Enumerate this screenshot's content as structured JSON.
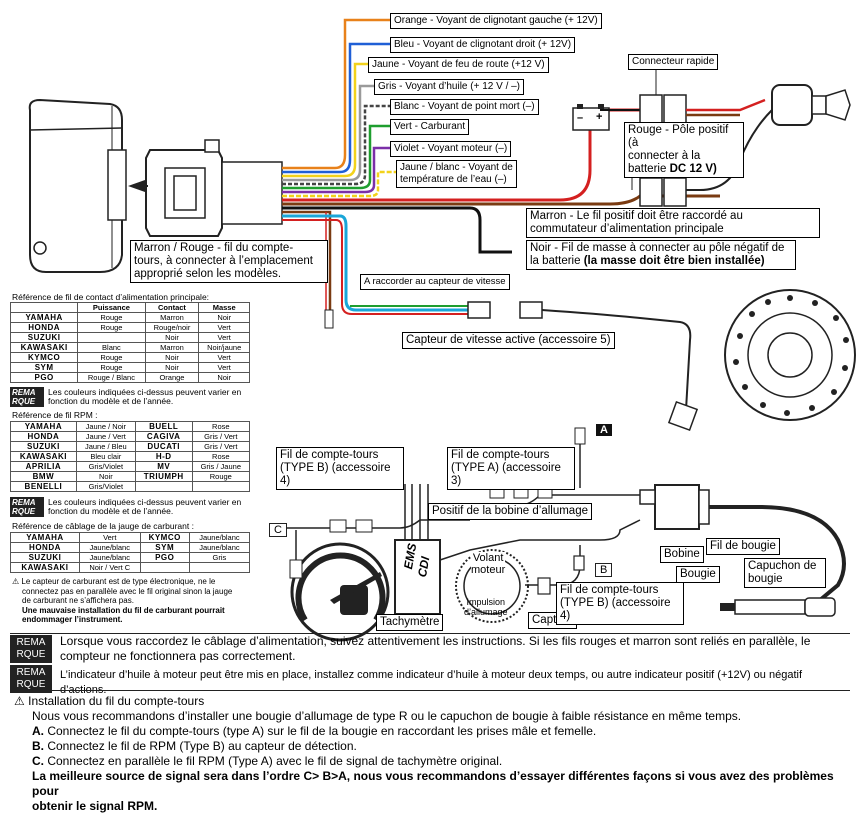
{
  "wire_labels": {
    "orange": "Orange - Voyant de clignotant gauche (+ 12V)",
    "blue": "Bleu - Voyant de clignotant droit (+ 12V)",
    "yellow": "Jaune - Voyant de feu de route (+12 V)",
    "grey": "Gris - Voyant d’huile (+ 12 V / –)",
    "white_black": "Blanc - Voyant de point mort (–)",
    "green": "Vert - Carburant",
    "violet": "Violet - Voyant moteur (–)",
    "yellow_white_line1": "Jaune / blanc - Voyant de",
    "yellow_white_line2": "température de l’eau (–)"
  },
  "labels": {
    "quick_connector": "Connecteur rapide",
    "red_line1": "Rouge - Pôle positif (à",
    "red_line2": "connecter à la",
    "red_line3": "batterie ",
    "red_line3_bold": "DC 12 V)",
    "brown_line1": "Marron - Le fil positif doit être raccordé au",
    "brown_line2": "commutateur d’alimentation principale",
    "black_line1": "Noir - Fil de masse à connecter au pôle négatif de",
    "black_line2": "la batterie ",
    "black_line2_bold": "(la masse doit être bien installée)",
    "brown_red_line1": "Marron / Rouge - fil du compte-",
    "brown_red_line2": "tours, à connecter à l’emplacement",
    "brown_red_line3": "approprié selon les modèles.",
    "speed_sensor_connect": "A raccorder au capteur de vitesse",
    "speed_sensor_active": "Capteur de vitesse active (accessoire 5)",
    "tach_b_line1": "Fil de compte-tours",
    "tach_b_line2": "(TYPE B) (accessoire 4)",
    "tach_a_line1": "Fil de compte-tours",
    "tach_a_line2": "(TYPE A) (accessoire 3)",
    "ignition_coil_positive": "Positif de la bobine d’allumage",
    "coil": "Bobine",
    "spark_wire": "Fil de bougie",
    "spark_cap_line1": "Capuchon de",
    "spark_cap_line2": "bougie",
    "spark_plug": "Bougie",
    "flywheel_line1": "Volant",
    "flywheel_line2": "moteur",
    "impulse_line1": "Impulsion",
    "impulse_line2": "d’allumage",
    "sensor": "Capteur",
    "tach_b2_line1": "Fil de compte-tours",
    "tach_b2_line2": "(TYPE B) (accessoire 4)",
    "tachometer": "Tachymètre",
    "ems_line1": "EMS",
    "ems_line2": "CDI",
    "marker_a": "A",
    "marker_b": "B",
    "marker_c": "C",
    "battery_minus": "–",
    "battery_plus": "+"
  },
  "power_table": {
    "title": "Référence de fil de contact d’alimentation principale:",
    "headers": [
      "",
      "Puissance",
      "Contact",
      "Masse"
    ],
    "rows": [
      [
        "YAMAHA",
        "Rouge",
        "Marron",
        "Noir"
      ],
      [
        "HONDA",
        "Rouge",
        "Rouge/noir",
        "Vert"
      ],
      [
        "SUZUKI",
        "",
        "Noir",
        "Vert"
      ],
      [
        "KAWASAKI",
        "Blanc",
        "Marron",
        "Noir/jaune"
      ],
      [
        "KYMCO",
        "Rouge",
        "Noir",
        "Vert"
      ],
      [
        "SYM",
        "Rouge",
        "Noir",
        "Vert"
      ],
      [
        "PGO",
        "Rouge / Blanc",
        "Orange",
        "Noir"
      ]
    ],
    "remark_tag": "REMA RQUE",
    "remark": "Les couleurs indiquées ci-dessus peuvent varier en fonction du modèle et de l’année."
  },
  "rpm_table": {
    "title": "Référence de fil RPM :",
    "rows": [
      [
        "YAMAHA",
        "Jaune / Noir",
        "BUELL",
        "Rose"
      ],
      [
        "HONDA",
        "Jaune / Vert",
        "CAGIVA",
        "Gris / Vert"
      ],
      [
        "SUZUKI",
        "Jaune / Bleu",
        "DUCATI",
        "Gris / Vert"
      ],
      [
        "KAWASAKI",
        "Bleu clair",
        "H-D",
        "Rose"
      ],
      [
        "APRILIA",
        "Gris/Violet",
        "MV",
        "Gris / Jaune"
      ],
      [
        "BMW",
        "Noir",
        "TRIUMPH",
        "Rouge"
      ],
      [
        "BENELLI",
        "Gris/Violet",
        "",
        ""
      ]
    ],
    "remark_tag": "REMA RQUE",
    "remark": "Les couleurs indiquées ci-dessus peuvent varier en fonction du modèle et de l’année."
  },
  "fuel_table": {
    "title": "Référence de câblage de la jauge de carburant :",
    "rows": [
      [
        "YAMAHA",
        "Vert",
        "KYMCO",
        "Jaune/blanc"
      ],
      [
        "HONDA",
        "Jaune/blanc",
        "SYM",
        "Jaune/blanc"
      ],
      [
        "SUZUKI",
        "Jaune/blanc",
        "PGO",
        "Gris"
      ],
      [
        "KAWASAKI",
        "Noir / Vert C",
        "",
        ""
      ]
    ]
  },
  "fuel_warning": {
    "line1": "Le capteur de carburant est de type électronique, ne le",
    "line2": "connectez pas en parallèle avec le fil original sinon la jauge",
    "line3": "de carburant ne s’affichera pas.",
    "line4": "Une mauvaise installation du fil de carburant pourrait",
    "line5": "endommager l’instrument."
  },
  "remarks": {
    "tag": "REMA RQUE",
    "r1_line1": "Lorsque vous raccordez le câblage d’alimentation, suivez attentivement les instructions. Si les fils rouges et marron sont reliés en parallèle, le",
    "r1_line2": "compteur ne fonctionnera pas correctement.",
    "r2": "L’indicateur d’huile à moteur peut être mis en place, installez comme indicateur d’huile à moteur deux temps, ou autre indicateur positif (+12V) ou négatif d’actions."
  },
  "install": {
    "title": "Installation du fil du compte-tours",
    "intro": "Nous vous recommandons d’installer une bougie d’allumage de type R ou le capuchon de bougie à faible résistance en même temps.",
    "a_key": "A.",
    "a_text": " Connectez le fil du compte-tours (type A) sur le fil de la bougie en raccordant les prises mâle et femelle.",
    "b_key": "B.",
    "b_text": " Connectez le fil de RPM (Type B) au capteur de détection.",
    "c_key": "C.",
    "c_text": " Connectez en parallèle le fil RPM (Type A) avec le fil de signal de tachymètre original.",
    "bold_line1": "La meilleure source de signal sera dans l’ordre C> B>A, nous vous recommandons d’essayer différentes façons si vous avez des problèmes pour",
    "bold_line2": "obtenir le signal RPM."
  },
  "colors": {
    "orange": "#e8811a",
    "blue": "#1f5fd6",
    "yellow": "#f2d21b",
    "grey": "#9a9a9a",
    "white": "#ffffff",
    "green": "#1e9e2e",
    "violet": "#7b2fa8",
    "red": "#d42020",
    "brown": "#7a3b12",
    "black": "#111111",
    "cyan": "#1aa6d8"
  }
}
